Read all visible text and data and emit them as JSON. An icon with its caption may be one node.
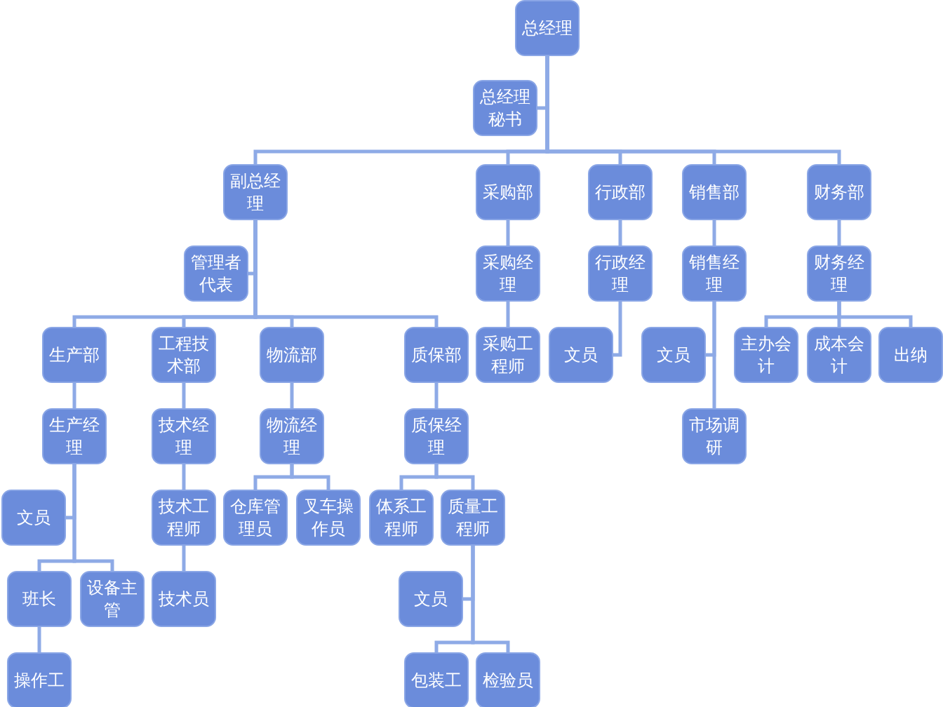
{
  "diagram": {
    "nodes": [
      {
        "text": [
          "总经理"
        ]
      },
      {
        "text": [
          "总经理秘书"
        ]
      },
      {
        "text": [
          "副总经理"
        ]
      },
      {
        "text": [
          "采购部"
        ]
      },
      {
        "text": [
          "行政部"
        ]
      },
      {
        "text": [
          "销售部"
        ]
      },
      {
        "text": [
          "财务部"
        ]
      },
      {
        "text": [
          "管理者代表"
        ]
      },
      {
        "text": [
          "生产部"
        ]
      },
      {
        "text": [
          "工程技术部"
        ]
      },
      {
        "text": [
          "物流部"
        ]
      },
      {
        "text": [
          "质保部"
        ]
      },
      {
        "text": [
          "采购经理"
        ]
      },
      {
        "text": [
          "行政经理"
        ]
      },
      {
        "text": [
          "销售经理"
        ]
      },
      {
        "text": [
          "财务经理"
        ]
      },
      {
        "text": [
          "采购工程师"
        ]
      },
      {
        "text": [
          "文员"
        ]
      },
      {
        "text": [
          "文员"
        ]
      },
      {
        "text": [
          "主办会计"
        ]
      },
      {
        "text": [
          "成本会计"
        ]
      },
      {
        "text": [
          "出纳"
        ]
      },
      {
        "text": [
          "市场调研"
        ]
      },
      {
        "text": [
          "生产经理"
        ]
      },
      {
        "text": [
          "技术经理"
        ]
      },
      {
        "text": [
          "物流经理"
        ]
      },
      {
        "text": [
          "质保经理"
        ]
      },
      {
        "text": [
          "文员"
        ]
      },
      {
        "text": [
          "技术工程师"
        ]
      },
      {
        "text": [
          "仓库管理员"
        ]
      },
      {
        "text": [
          "叉车操作员"
        ]
      },
      {
        "text": [
          "体系工程师"
        ]
      },
      {
        "text": [
          "质量工程师"
        ]
      },
      {
        "text": [
          "班长"
        ]
      },
      {
        "text": [
          "设备主管"
        ]
      },
      {
        "text": [
          "技术员"
        ]
      },
      {
        "text": [
          "文员"
        ]
      },
      {
        "text": [
          "操作工"
        ]
      },
      {
        "text": [
          "包装工"
        ]
      },
      {
        "text": [
          "检验员"
        ]
      }
    ],
    "edges": [
      {
        "from": 0,
        "to": 1,
        "arrow": "none"
      },
      {
        "from": 0,
        "to": 2,
        "arrow": "none"
      },
      {
        "from": 0,
        "to": 3,
        "arrow": "none"
      },
      {
        "from": 0,
        "to": 4,
        "arrow": "none"
      },
      {
        "from": 0,
        "to": 5,
        "arrow": "none"
      },
      {
        "from": 0,
        "to": 6,
        "arrow": "none"
      },
      {
        "from": 2,
        "to": 7,
        "arrow": "none"
      },
      {
        "from": 2,
        "to": 8,
        "arrow": "none"
      },
      {
        "from": 2,
        "to": 9,
        "arrow": "none"
      },
      {
        "from": 2,
        "to": 10,
        "arrow": "none"
      },
      {
        "from": 2,
        "to": 11,
        "arrow": "none"
      },
      {
        "from": 3,
        "to": 12,
        "arrow": "none"
      },
      {
        "from": 4,
        "to": 13,
        "arrow": "none"
      },
      {
        "from": 5,
        "to": 14,
        "arrow": "none"
      },
      {
        "from": 6,
        "to": 15,
        "arrow": "none"
      },
      {
        "from": 12,
        "to": 16,
        "arrow": "none"
      },
      {
        "from": 13,
        "to": 17,
        "arrow": "none"
      },
      {
        "from": 14,
        "to": 18,
        "arrow": "none"
      },
      {
        "from": 14,
        "to": 22,
        "arrow": "none"
      },
      {
        "from": 15,
        "to": 19,
        "arrow": "none"
      },
      {
        "from": 15,
        "to": 20,
        "arrow": "none"
      },
      {
        "from": 15,
        "to": 21,
        "arrow": "none"
      },
      {
        "from": 8,
        "to": 23,
        "arrow": "none"
      },
      {
        "from": 9,
        "to": 24,
        "arrow": "none"
      },
      {
        "from": 10,
        "to": 25,
        "arrow": "none"
      },
      {
        "from": 11,
        "to": 26,
        "arrow": "none"
      },
      {
        "from": 23,
        "to": 27,
        "arrow": "none"
      },
      {
        "from": 23,
        "to": 33,
        "arrow": "none"
      },
      {
        "from": 23,
        "to": 34,
        "arrow": "none"
      },
      {
        "from": 33,
        "to": 37,
        "arrow": "none"
      },
      {
        "from": 24,
        "to": 28,
        "arrow": "none"
      },
      {
        "from": 28,
        "to": 35,
        "arrow": "none"
      },
      {
        "from": 25,
        "to": 29,
        "arrow": "none"
      },
      {
        "from": 25,
        "to": 30,
        "arrow": "none"
      },
      {
        "from": 26,
        "to": 31,
        "arrow": "none"
      },
      {
        "from": 26,
        "to": 32,
        "arrow": "none"
      },
      {
        "from": 32,
        "to": 36,
        "arrow": "none"
      },
      {
        "from": 32,
        "to": 38,
        "arrow": "none"
      },
      {
        "from": 32,
        "to": 39,
        "arrow": "none"
      }
    ]
  }
}
